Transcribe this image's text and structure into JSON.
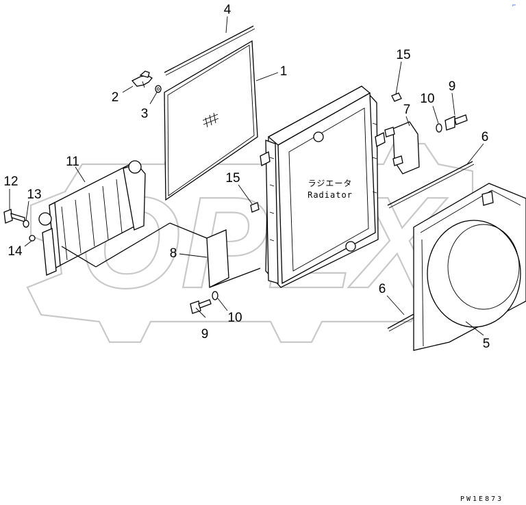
{
  "diagram": {
    "callouts": [
      {
        "id": "c1",
        "text": "1"
      },
      {
        "id": "c2",
        "text": "2"
      },
      {
        "id": "c3",
        "text": "3"
      },
      {
        "id": "c4",
        "text": "4"
      },
      {
        "id": "c5",
        "text": "5"
      },
      {
        "id": "c6a",
        "text": "6"
      },
      {
        "id": "c6b",
        "text": "6"
      },
      {
        "id": "c7",
        "text": "7"
      },
      {
        "id": "c8",
        "text": "8"
      },
      {
        "id": "c9a",
        "text": "9"
      },
      {
        "id": "c9b",
        "text": "9"
      },
      {
        "id": "c10a",
        "text": "10"
      },
      {
        "id": "c10b",
        "text": "10"
      },
      {
        "id": "c11",
        "text": "11"
      },
      {
        "id": "c12",
        "text": "12"
      },
      {
        "id": "c13",
        "text": "13"
      },
      {
        "id": "c14",
        "text": "14"
      },
      {
        "id": "c15a",
        "text": "15"
      },
      {
        "id": "c15b",
        "text": "15"
      }
    ],
    "radiator_label_jp": "ラジエータ",
    "radiator_label_en": "Radiator",
    "drawing_code": "PW1E873",
    "watermark": "OPEX"
  }
}
